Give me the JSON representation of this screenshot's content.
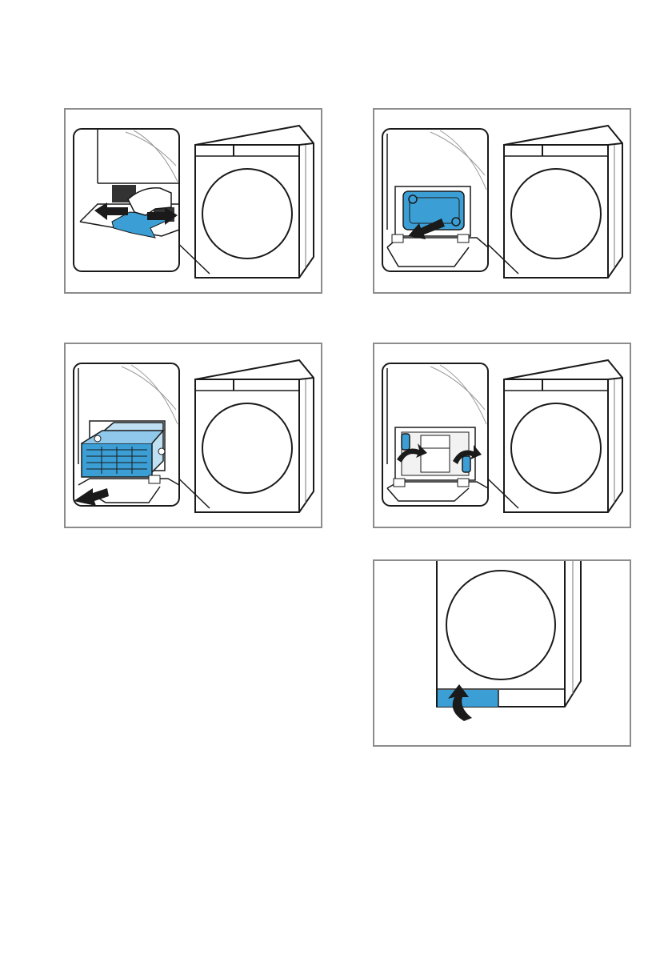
{
  "document": {
    "steps": [
      {
        "id": 1,
        "icon": "remove-lint-from-filter-area-illustration"
      },
      {
        "id": 2,
        "icon": "insert-filter-frame-illustration"
      },
      {
        "id": 3,
        "icon": "insert-filter-unit-illustration"
      },
      {
        "id": 4,
        "icon": "lock-filter-levers-illustration"
      },
      {
        "id": 5,
        "icon": "close-maintenance-flap-illustration"
      }
    ],
    "colors": {
      "accent_blue": "#3b9fd6",
      "outline": "#1a1a1a",
      "panel_border": "#8c8c8c",
      "background": "#ffffff"
    }
  }
}
